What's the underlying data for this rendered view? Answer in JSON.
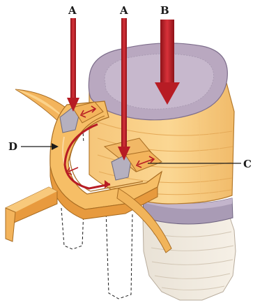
{
  "labels": {
    "a_left": "A",
    "a_right": "A",
    "b": "B",
    "c": "C",
    "d": "D"
  },
  "colors": {
    "bone": "#f4b860",
    "bone_light": "#fbd58a",
    "bone_dark": "#d98f34",
    "disc": "#b9a9c2",
    "disc_top": "#cdbfd2",
    "facet": "#b8b3c2",
    "arrow": "#b71c24",
    "lower_vertebra": "#e8e0d2"
  }
}
